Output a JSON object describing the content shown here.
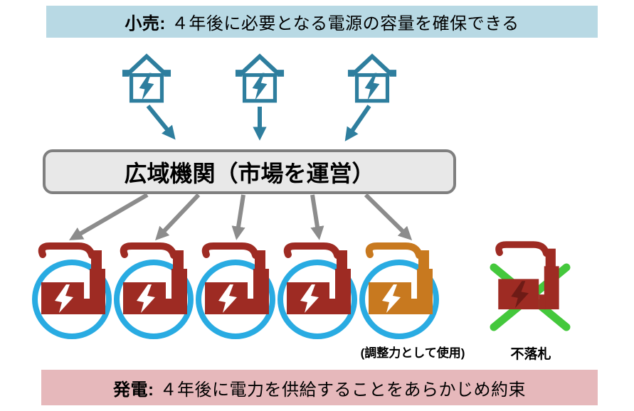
{
  "retail": {
    "label": "小売:",
    "text": "４年後に必要となる電源の容量を確保できる",
    "house_count": 3
  },
  "hub": {
    "label": "広域機関（市場を運営）"
  },
  "generation": {
    "label": "発電:",
    "text": "４年後に電力を供給することをあらかじめ約束",
    "awarded_count": 5,
    "adjustment_note": "(調整力として使用)",
    "unsuccessful_label": "不落札"
  },
  "icons": {
    "retailer": "house-lightning-icon",
    "generator": "factory-lightning-icon",
    "rejected": "crossed-factory-icon"
  },
  "colors": {
    "banner_top_bg": "#B8D9E4",
    "banner_bottom_bg": "#E6B8BB",
    "teal": "#2E7E9E",
    "arrow_gray": "#8C8C8C",
    "box_bg": "#E8E8E8",
    "box_border": "#7F7F7F",
    "factory_red": "#9E2B23",
    "factory_red_dark": "#6E1B16",
    "factory_orange": "#C8791F",
    "ring_blue": "#29ABE2",
    "cross_green": "#44C83C",
    "text": "#000000"
  }
}
